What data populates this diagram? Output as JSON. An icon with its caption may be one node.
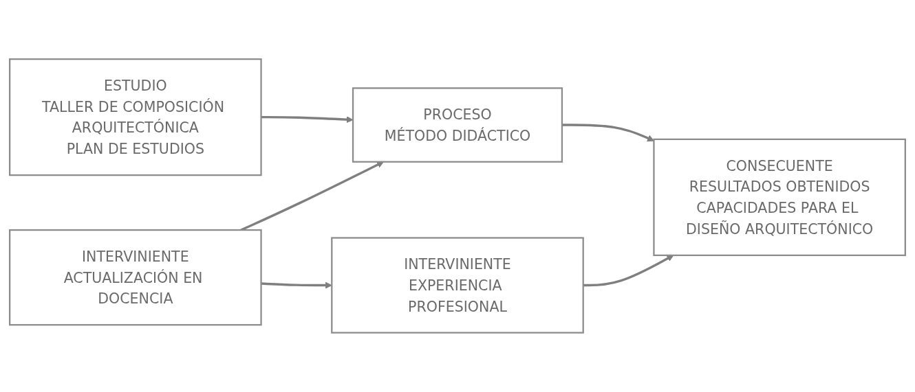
{
  "diagram": {
    "nodes": [
      {
        "text": [
          "ESTUDIO",
          "TALLER DE COMPOSICIÓN ARQUITECTÓNICA",
          "PLAN DE ESTUDIOS"
        ]
      },
      {
        "text": [
          "PROCESO",
          "MÉTODO DIDÁCTICO"
        ]
      },
      {
        "text": [
          "CONSECUENTE",
          "RESULTADOS OBTENIDOS",
          "CAPACIDADES PARA EL DISEÑO ARQUITECTÓNICO"
        ]
      },
      {
        "text": [
          "INTERVINIENTE",
          "ACTUALIZACIÓN EN DOCENCIA"
        ]
      },
      {
        "text": [
          "INTERVINIENTE",
          "EXPERIENCIA PROFESIONAL"
        ]
      }
    ],
    "edges": [
      {
        "from": 0,
        "to": 1,
        "arrow": "to"
      },
      {
        "from": 1,
        "to": 2,
        "arrow": "to"
      },
      {
        "from": 3,
        "to": 1,
        "arrow": "to"
      },
      {
        "from": 3,
        "to": 4,
        "arrow": "to"
      },
      {
        "from": 4,
        "to": 2,
        "arrow": "to"
      }
    ]
  }
}
